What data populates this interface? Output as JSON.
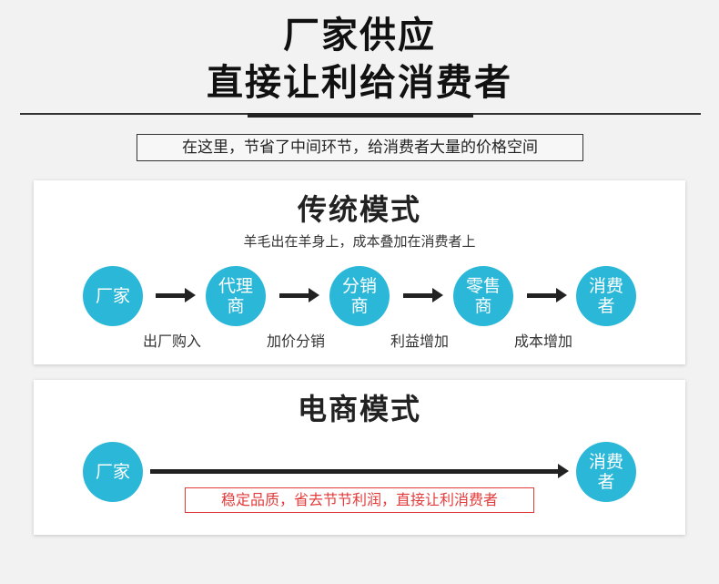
{
  "header": {
    "title_line1": "厂家供应",
    "title_line2": "直接让利给消费者",
    "tagline": "在这里，节省了中间环节，给消费者大量的价格空间"
  },
  "traditional": {
    "title": "传统模式",
    "subtitle": "羊毛出在羊身上，成本叠加在消费者上",
    "nodes": [
      "厂家",
      "代理商",
      "分销商",
      "零售商",
      "消费者"
    ],
    "steps": [
      "出厂购入",
      "加价分销",
      "利益增加",
      "成本增加"
    ]
  },
  "ecommerce": {
    "title": "电商模式",
    "nodes": [
      "厂家",
      "消费者"
    ],
    "note": "稳定品质，省去节节利润，直接让利消费者"
  },
  "colors": {
    "circle": "#2bb8d8",
    "note_red": "#e23b3b",
    "arrow": "#222222"
  }
}
